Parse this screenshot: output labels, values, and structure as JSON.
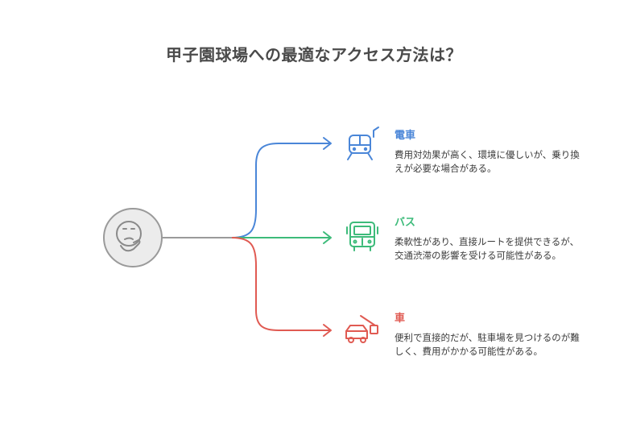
{
  "title": "甲子園球場への最適なアクセス方法は？",
  "center": {
    "icon": "thinking-face-icon",
    "color": "#9a9a9a"
  },
  "options": [
    {
      "id": "train",
      "label": "電車",
      "color": "#4a86d8",
      "icon": "train-icon",
      "description": "費用対効果が高く、環境に優しいが、乗り換えが必要な場合がある。"
    },
    {
      "id": "bus",
      "label": "バス",
      "color": "#3dbb7a",
      "icon": "bus-icon",
      "description": "柔軟性があり、直接ルートを提供できるが、交通渋滞の影響を受ける可能性がある。"
    },
    {
      "id": "car",
      "label": "車",
      "color": "#e05a52",
      "icon": "car-icon",
      "description": "便利で直接的だが、駐車場を見つけるのが難しく、費用がかかる可能性がある。"
    }
  ]
}
